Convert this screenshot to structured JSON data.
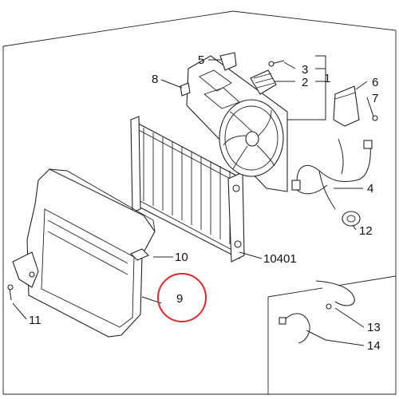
{
  "labels": {
    "p1": "1",
    "p2": "2",
    "p3": "3",
    "p4": "4",
    "p5": "5",
    "p6": "6",
    "p7": "7",
    "p8": "8",
    "p9": "9",
    "p10": "10",
    "p11": "11",
    "p12": "12",
    "p13": "13",
    "p14": "14",
    "p10401": "10401"
  },
  "highlight": {
    "part": "9",
    "color": "#e0262b"
  }
}
